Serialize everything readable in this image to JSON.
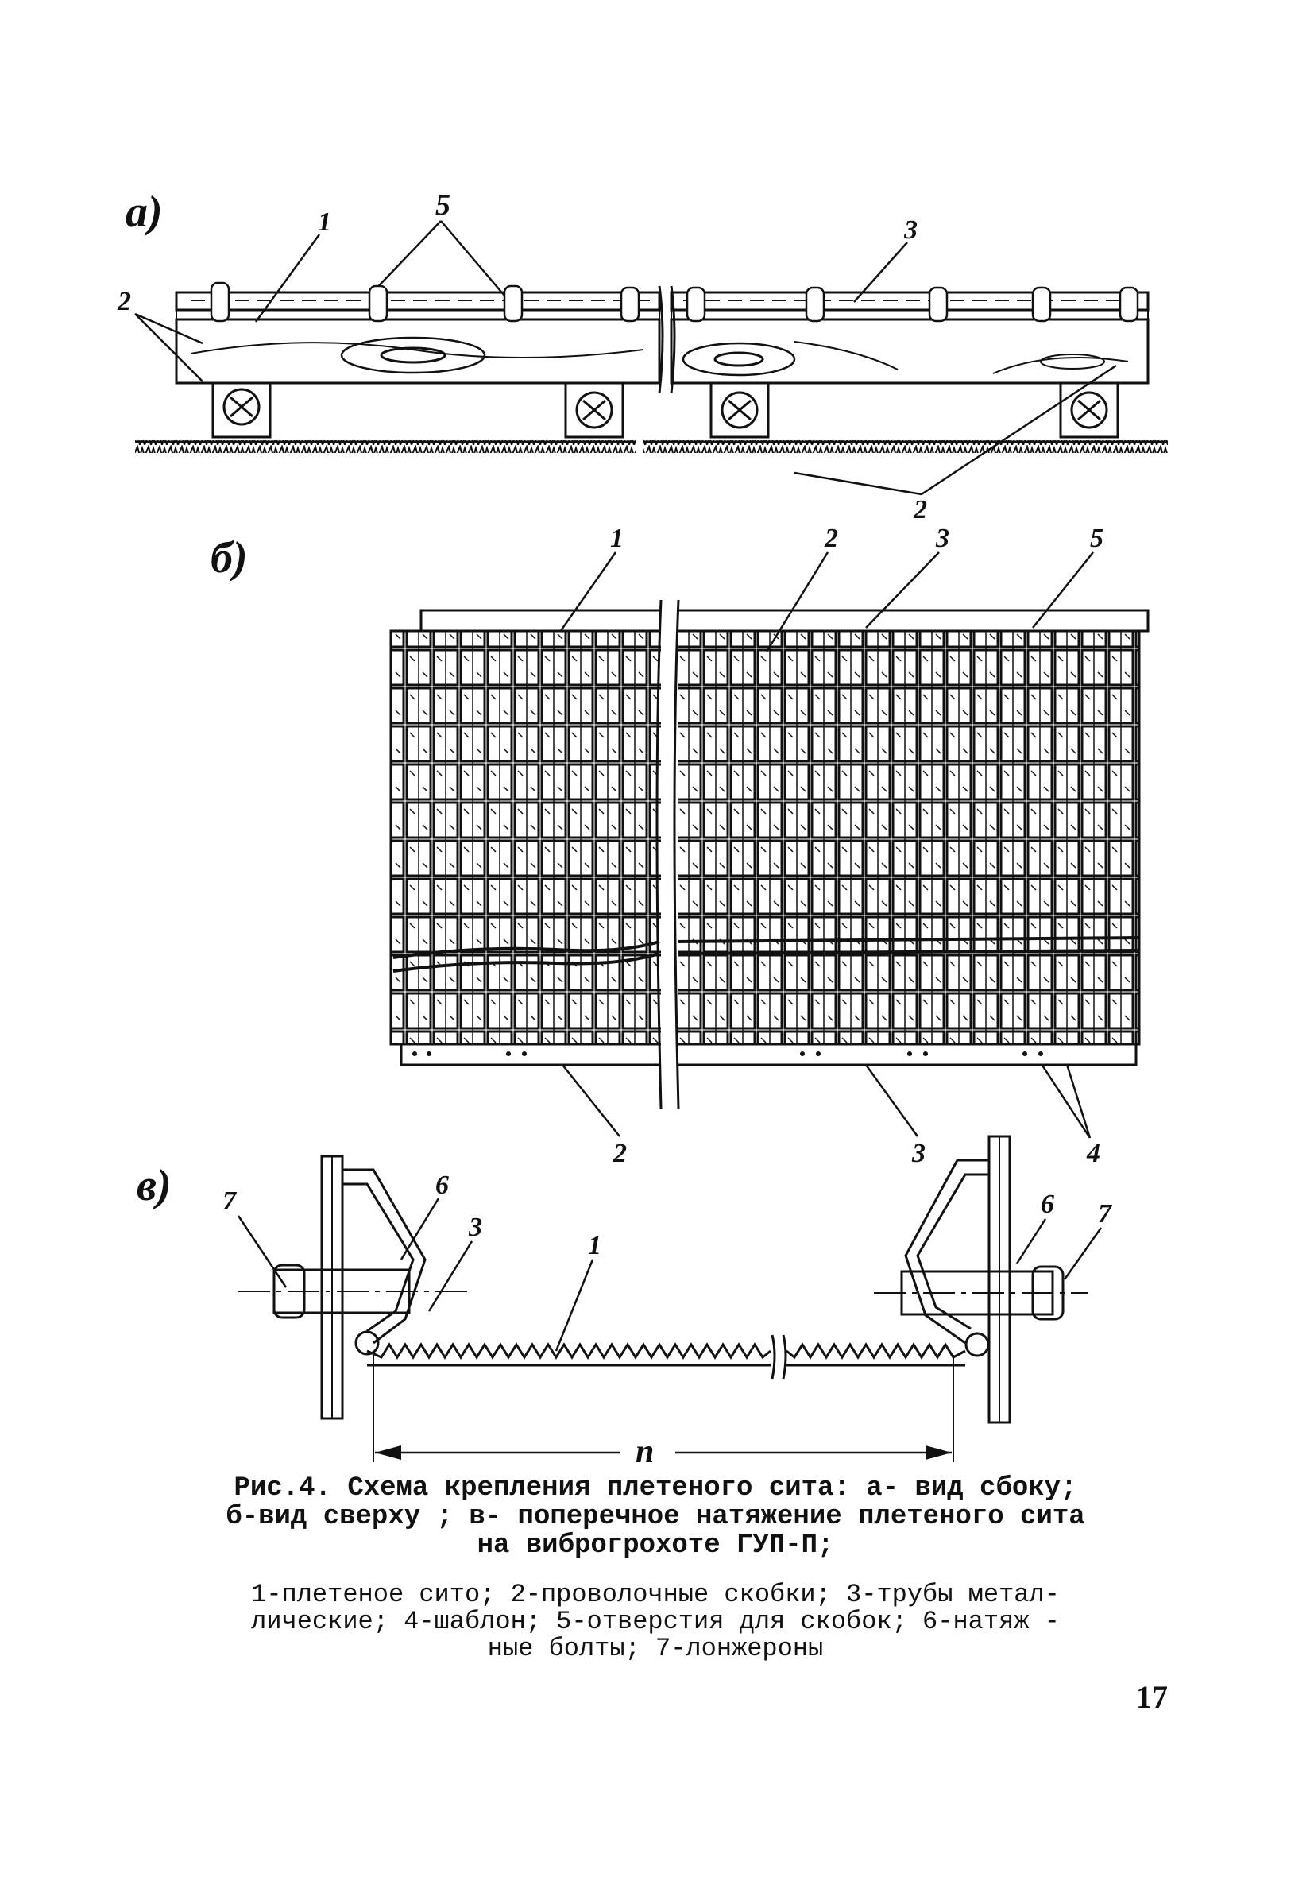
{
  "figure": {
    "a": {
      "panel_label": "а)",
      "callouts": {
        "n1": "1",
        "n5": "5",
        "n3": "3",
        "n2_left": "2",
        "n2_bottom": "2"
      }
    },
    "b": {
      "panel_label": "б)",
      "callouts": {
        "n1": "1",
        "n2_top": "2",
        "n3_top": "3",
        "n5": "5",
        "n2_bottom": "2",
        "n3_bottom": "3",
        "n4": "4"
      }
    },
    "c": {
      "panel_label": "в)",
      "callouts": {
        "n7_left": "7",
        "n6_left": "6",
        "n3": "3",
        "n1": "1",
        "n6_right": "6",
        "n7_right": "7"
      },
      "dimension_label": "п"
    }
  },
  "caption": {
    "line1": "Рис.4. Схема крепления плетеного сита: а- вид  сбоку;",
    "line2": "б-вид сверху ; в- поперечное натяжение плетеного сита",
    "line3": "на виброгрохоте ГУП-П;"
  },
  "legend": {
    "line1": "1-плетеное сито; 2-проволочные скобки; 3-трубы метал-",
    "line2": "лические; 4-шаблон; 5-отверстия для скобок; 6-натяж  -",
    "line3": "ные болты; 7-лонжероны"
  },
  "page_number": "17"
}
